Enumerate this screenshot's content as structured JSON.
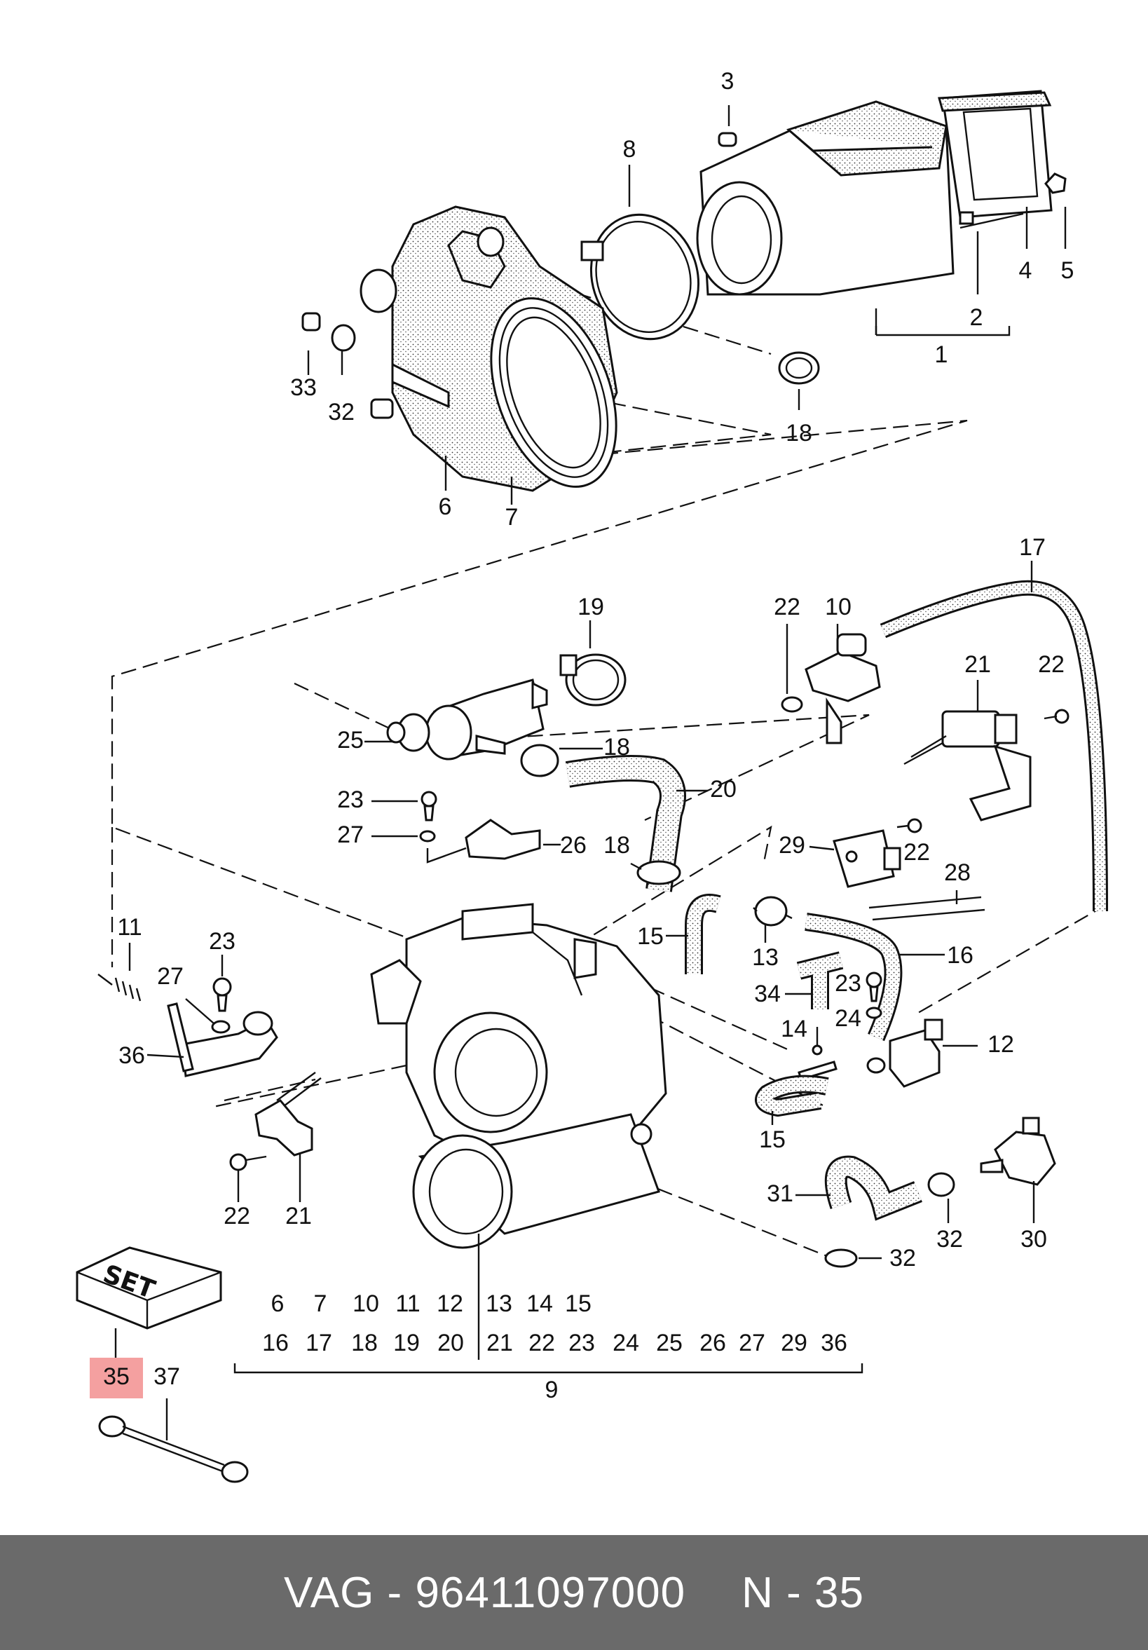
{
  "footer": {
    "brand": "VAG",
    "separator": "-",
    "part_number": "96411097000",
    "position_prefix": "N",
    "position_separator": "-",
    "position_number": "35"
  },
  "set_box_label": "SET",
  "highlight_color": "#f4a0a0",
  "footer_color": "#6a6a6a",
  "callouts": [
    {
      "id": "c1",
      "text": "1"
    },
    {
      "id": "c2",
      "text": "2"
    },
    {
      "id": "c3",
      "text": "3"
    },
    {
      "id": "c4",
      "text": "4"
    },
    {
      "id": "c5",
      "text": "5"
    },
    {
      "id": "c6a",
      "text": "6"
    },
    {
      "id": "c7a",
      "text": "7"
    },
    {
      "id": "c8",
      "text": "8"
    },
    {
      "id": "c18a",
      "text": "18"
    },
    {
      "id": "c32a",
      "text": "32"
    },
    {
      "id": "c33",
      "text": "33"
    },
    {
      "id": "c17",
      "text": "17"
    },
    {
      "id": "c19",
      "text": "19"
    },
    {
      "id": "c22a",
      "text": "22"
    },
    {
      "id": "c10",
      "text": "10"
    },
    {
      "id": "c21a",
      "text": "21"
    },
    {
      "id": "c22b",
      "text": "22"
    },
    {
      "id": "c25",
      "text": "25"
    },
    {
      "id": "c18b",
      "text": "18"
    },
    {
      "id": "c20",
      "text": "20"
    },
    {
      "id": "c23a",
      "text": "23"
    },
    {
      "id": "c27a",
      "text": "27"
    },
    {
      "id": "c26",
      "text": "26"
    },
    {
      "id": "c18c",
      "text": "18"
    },
    {
      "id": "c29",
      "text": "29"
    },
    {
      "id": "c22c",
      "text": "22"
    },
    {
      "id": "c28",
      "text": "28"
    },
    {
      "id": "c11",
      "text": "11"
    },
    {
      "id": "c23b",
      "text": "23"
    },
    {
      "id": "c27b",
      "text": "27"
    },
    {
      "id": "c36",
      "text": "36"
    },
    {
      "id": "c15a",
      "text": "15"
    },
    {
      "id": "c13",
      "text": "13"
    },
    {
      "id": "c16",
      "text": "16"
    },
    {
      "id": "c34",
      "text": "34"
    },
    {
      "id": "c23c",
      "text": "23"
    },
    {
      "id": "c24",
      "text": "24"
    },
    {
      "id": "c14",
      "text": "14"
    },
    {
      "id": "c12",
      "text": "12"
    },
    {
      "id": "c15b",
      "text": "15"
    },
    {
      "id": "c22d",
      "text": "22"
    },
    {
      "id": "c21b",
      "text": "21"
    },
    {
      "id": "c31",
      "text": "31"
    },
    {
      "id": "c32b",
      "text": "32"
    },
    {
      "id": "c30",
      "text": "30"
    },
    {
      "id": "c32c",
      "text": "32"
    },
    {
      "id": "c35",
      "text": "35"
    },
    {
      "id": "c37",
      "text": "37"
    },
    {
      "id": "c9",
      "text": "9"
    }
  ],
  "set_list_row1": [
    "6",
    "7",
    "10",
    "11",
    "12",
    "13",
    "14",
    "15"
  ],
  "set_list_row2": [
    "16",
    "17",
    "18",
    "19",
    "20",
    "21",
    "22",
    "23",
    "24",
    "25",
    "26",
    "27",
    "29",
    "36"
  ]
}
